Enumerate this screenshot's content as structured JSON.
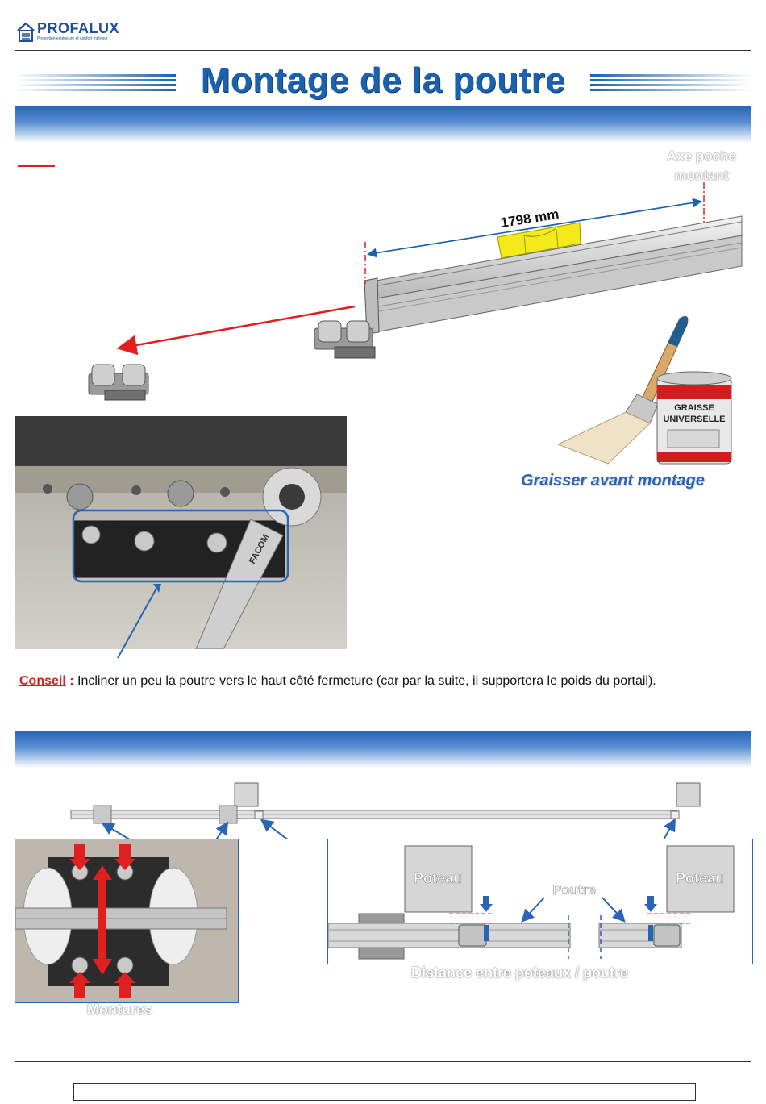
{
  "header": {
    "brand": "PROFALUX",
    "tagline": "Protection extérieure et confort intérieur",
    "title": "Montage de la poutre"
  },
  "section1": {
    "axis_label_line1": "Axe poche",
    "axis_label_line2": "montant",
    "dimension": "1798 mm",
    "grease_can_line1": "GRAISSE",
    "grease_can_line2": "UNIVERSELLE",
    "grease_caption": "Graisser avant montage",
    "wrench_brand": "FACOM",
    "advice_label": "Conseil",
    "advice_colon": " :",
    "advice_text": " Incliner un peu la poutre vers le haut côté fermeture (car par la suite, il supportera le poids du portail)."
  },
  "section2": {
    "poteau_left": "Poteau",
    "poteau_right": "Poteau",
    "poutre_label": "Poutre",
    "distance_label": "Distance entre poteaux / poutre",
    "montures_label": "Montures"
  },
  "colors": {
    "brand_blue": "#1b62ae",
    "band_blue": "#2563b8",
    "advice_red": "#d42020",
    "frame_blue": "#2a64b5"
  }
}
